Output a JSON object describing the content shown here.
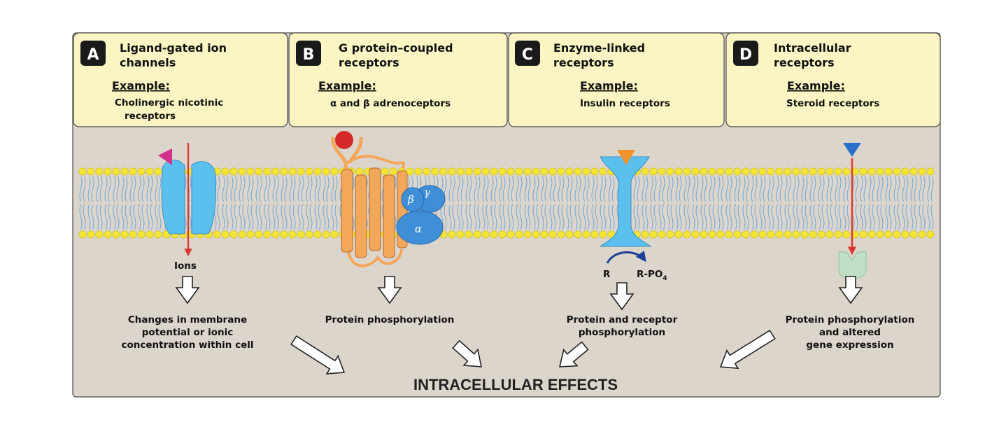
{
  "panels": [
    {
      "letter": "A",
      "title1": "Ligand-gated ion",
      "title2": "channels",
      "example_label": "Example:",
      "example1": "Cholinergic nicotinic",
      "example2": "receptors",
      "effect1": "Changes in membrane",
      "effect2": "potential or ionic",
      "effect3": "concentration within cell",
      "marker": "Ions"
    },
    {
      "letter": "B",
      "title1": "G protein–coupled",
      "title2": "receptors",
      "example_label": "Example:",
      "example1": "α and β adrenoceptors",
      "example2": "",
      "effect1": "Protein phosphorylation",
      "effect2": "",
      "effect3": ""
    },
    {
      "letter": "C",
      "title1": "Enzyme-linked",
      "title2": "receptors",
      "example_label": "Example:",
      "example1": "Insulin receptors",
      "example2": "",
      "effect1": "Protein and receptor",
      "effect2": "phosphorylation",
      "effect3": "",
      "marker_r": "R",
      "marker_rpo": "R-PO",
      "marker_sub": "4"
    },
    {
      "letter": "D",
      "title1": "Intracellular",
      "title2": "receptors",
      "example_label": "Example:",
      "example1": "Steroid receptors",
      "example2": "",
      "effect1": "Protein phosphorylation",
      "effect2": "and altered",
      "effect3": "gene expression"
    }
  ],
  "gprotein": {
    "beta": "β",
    "gamma": "γ",
    "alpha": "α"
  },
  "main_label": "INTRACELLULAR EFFECTS",
  "colors": {
    "header_bg": "#fbf5c4",
    "membrane_bg": "#dcd5cc",
    "lipid_head": "#f2e534",
    "lipid_tail": "#6aa6d8",
    "channel": "#5cc0ee",
    "gpcr": "#f2a75a",
    "gprotein": "#3e8fd8",
    "ligand_a": "#d6318a",
    "ligand_b": "#d42a2a",
    "ligand_c": "#f0932c",
    "ligand_d": "#2a6fc9",
    "arrow_red": "#e0352b",
    "intracellular_receptor": "#bfe0c6"
  }
}
